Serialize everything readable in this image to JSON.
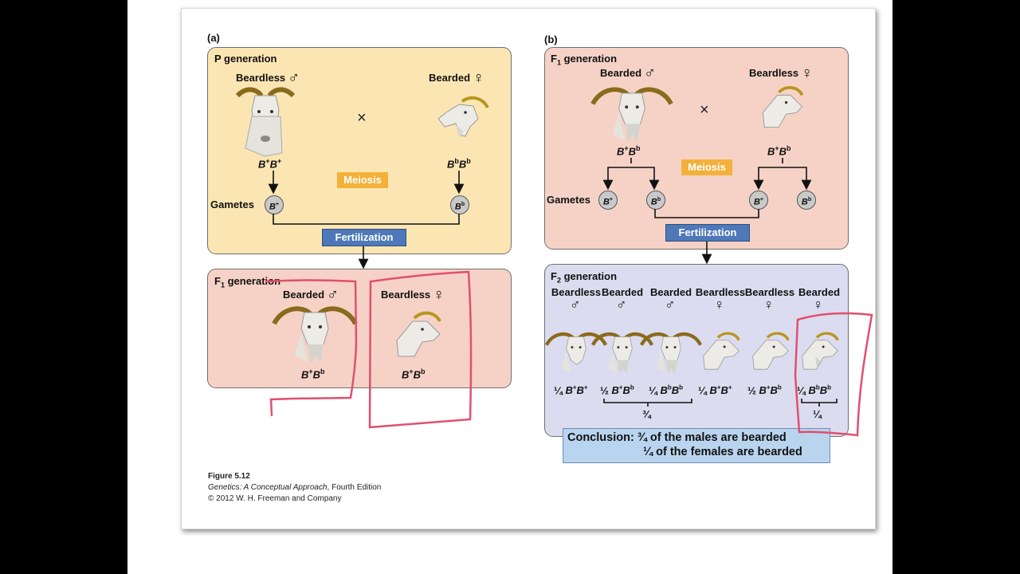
{
  "panel_a": {
    "letter": "(a)",
    "p_gen_title": "P generation",
    "male_label": "Beardless",
    "female_label": "Bearded",
    "male_symbol": "♂",
    "female_symbol": "♀",
    "cross_symbol": "×",
    "male_genotype": {
      "base": "B",
      "sup1": "+",
      "sup2": "+"
    },
    "female_genotype": {
      "base": "B",
      "sup1": "b",
      "sup2": "b"
    },
    "meiosis": "Meiosis",
    "gametes_label": "Gametes",
    "gamete_left": {
      "base": "B",
      "sup": "+"
    },
    "gamete_right": {
      "base": "B",
      "sup": "b"
    },
    "fertilization": "Fertilization",
    "f1_title": "F",
    "f1_sub": "1",
    "f1_title_rest": " generation",
    "f1_male_label": "Bearded",
    "f1_female_label": "Beardless",
    "f1_male_genotype": {
      "sup1": "+",
      "sup2": "b"
    },
    "f1_female_genotype": {
      "sup1": "+",
      "sup2": "b"
    }
  },
  "panel_b": {
    "letter": "(b)",
    "f1_title_rest": " generation",
    "male_label": "Bearded",
    "female_label": "Beardless",
    "male_genotype": {
      "sup1": "+",
      "sup2": "b"
    },
    "female_genotype": {
      "sup1": "+",
      "sup2": "b"
    },
    "meiosis": "Meiosis",
    "gametes_label": "Gametes",
    "fertilization": "Fertilization",
    "f2_title_rest": " generation",
    "f2_sub": "2",
    "offspring": [
      {
        "label": "Beardless",
        "symbol": "♂",
        "frac": "¼",
        "sup1": "+",
        "sup2": "+"
      },
      {
        "label": "Bearded",
        "symbol": "♂",
        "frac": "½",
        "sup1": "+",
        "sup2": "b"
      },
      {
        "label": "Bearded",
        "symbol": "♂",
        "frac": "¼",
        "sup1": "b",
        "sup2": "b"
      },
      {
        "label": "Beardless",
        "symbol": "♀",
        "frac": "¼",
        "sup1": "+",
        "sup2": "+"
      },
      {
        "label": "Beardless",
        "symbol": "♀",
        "frac": "½",
        "sup1": "+",
        "sup2": "b"
      },
      {
        "label": "Bearded",
        "symbol": "♀",
        "frac": "¼",
        "sup1": "b",
        "sup2": "b"
      }
    ],
    "males_total": "¾",
    "females_total": "¼",
    "conclusion_line1": "Conclusion: ¾ of the males are bearded",
    "conclusion_line2": "¼ of the females are bearded"
  },
  "caption": {
    "figure": "Figure 5.12",
    "book_italic": "Genetics: A Conceptual Approach",
    "book_rest": ", Fourth Edition",
    "copyright": "© 2012 W. H. Freeman and Company"
  },
  "colors": {
    "annotation": "#e0506e",
    "meiosis": "#f3b13a",
    "fertilization": "#4e78b8"
  }
}
